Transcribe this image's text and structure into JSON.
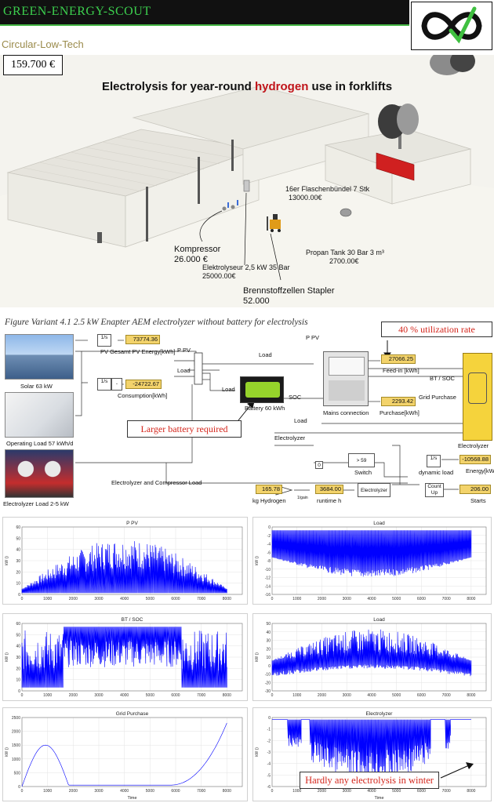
{
  "header": {
    "brand": "GREEN-ENERGY-SCOUT",
    "subtitle": "Circular-Low-Tech",
    "logo_icon": "infinity-check-logo",
    "bar_color": "#111111",
    "brand_color": "#3ccf4e"
  },
  "scene": {
    "price": "159.700 €",
    "title_before": "Electrolysis for year-round ",
    "title_highlight": "hydrogen",
    "title_after": " use in forklifts",
    "labels": {
      "bundle_line1": "16er Flaschenbündel 7 Stk",
      "bundle_line2": "13000.00€",
      "compressor_line1": "Kompressor",
      "compressor_line2": "26.000 €",
      "electrolyzer_line1": "Elektrolyseur 2,5 kW 35 Bar",
      "electrolyzer_line2": "25000.00€",
      "propane_line1": "Propan Tank 30 Bar 3 m³",
      "propane_line2": "2700.00€",
      "forklift_line1": "Brennstoffzellen Stapler",
      "forklift_line2": "52.000"
    }
  },
  "figure": {
    "caption": "Figure   Variant 4.1 2.5 kW Enapter AEM electrolyzer without battery for electrolysis",
    "photos": {
      "solar": "Solar 63 kW",
      "operating": "Operating Load 57 kWh/d",
      "electrolyzer": "Electrolyzer Load 2-5 kW"
    },
    "callouts": {
      "utilization": "40 % utilization rate",
      "battery": "Larger battery required"
    },
    "displays": {
      "pv_total": "73774.36",
      "consumption": "-24722.67",
      "feed_in": "27066.25",
      "grid_purchase": "2293.42",
      "energy": "-10568.88",
      "starts": "206.00",
      "hydrogen": "165.78",
      "runtime": "3684.00"
    },
    "labels": {
      "pv_gesamt": "PV Gesamt PV Energy[kWh]",
      "consumption": "Consumption[kWh]",
      "feed_in": "Feed-in [kWh]",
      "purchase": "Purchase[kWh]",
      "grid_purchase": "Grid Purchase",
      "bt_soc": "BT / SOC",
      "electrolyzer_block": "Electrolyzer",
      "mains": "Mains connection",
      "battery": "Battery 60 kWh",
      "soc": "SOC",
      "p_pv_top": "P PV",
      "p_pv": "P PV",
      "load1": "Load",
      "load2": "Load",
      "load3": "Load",
      "load4": "Load",
      "electrolyzer_wire": "Electrolyzer",
      "electrolyzer_compressor_load": "Electrolyzer and Compressor Load",
      "switch": "Switch",
      "switch_cond": "> 59",
      "dynamic_load": "dynamic load",
      "energy": "Energy[kWh]",
      "starts": "Starts",
      "kg_hydrogen": "kg Hydrogen",
      "runtime": "runtime h",
      "integrator": "1/s",
      "minus": "-",
      "constant": "0",
      "gain": "1/gain",
      "counter": "Count Up",
      "electrolyzer_small": "Electrolyzer"
    }
  },
  "plots": [
    {
      "id": "ppv",
      "title": "P PV",
      "ylabel": "kW ()",
      "xlabel": "",
      "yticks": [
        "0",
        "10",
        "20",
        "30",
        "40",
        "50",
        "60"
      ],
      "xticks": [
        "0",
        "1000",
        "2000",
        "3000",
        "4000",
        "5000",
        "6000",
        "7000",
        "8000"
      ]
    },
    {
      "id": "load1",
      "title": "Load",
      "ylabel": "kW ()",
      "xlabel": "",
      "yticks": [
        "-16",
        "-14",
        "-12",
        "-10",
        "-8",
        "-6",
        "-4",
        "-2",
        "0"
      ],
      "xticks": [
        "0",
        "1000",
        "2000",
        "3000",
        "4000",
        "5000",
        "6000",
        "7000",
        "8000"
      ]
    },
    {
      "id": "btsoc",
      "title": "BT / SOC",
      "ylabel": "kW ()",
      "xlabel": "",
      "yticks": [
        "0",
        "10",
        "20",
        "30",
        "40",
        "50",
        "60"
      ],
      "xticks": [
        "0",
        "1000",
        "2000",
        "3000",
        "4000",
        "5000",
        "6000",
        "7000",
        "8000"
      ]
    },
    {
      "id": "load2",
      "title": "Load",
      "ylabel": "kW ()",
      "xlabel": "",
      "yticks": [
        "-30",
        "-20",
        "-10",
        "0",
        "10",
        "20",
        "30",
        "40",
        "50"
      ],
      "xticks": [
        "0",
        "1000",
        "2000",
        "3000",
        "4000",
        "5000",
        "6000",
        "7000",
        "8000"
      ]
    },
    {
      "id": "grid",
      "title": "Grid Purchase",
      "ylabel": "kW ()",
      "xlabel": "Time",
      "yticks": [
        "0",
        "500",
        "1000",
        "1500",
        "2000",
        "2500"
      ],
      "xticks": [
        "0",
        "1000",
        "2000",
        "3000",
        "4000",
        "5000",
        "6000",
        "7000",
        "8000"
      ]
    },
    {
      "id": "elec",
      "title": "Electrolyzer",
      "ylabel": "kW ()",
      "xlabel": "Time",
      "yticks": [
        "-6",
        "-5",
        "-4",
        "-3",
        "-2",
        "-1",
        "0"
      ],
      "xticks": [
        "0",
        "1000",
        "2000",
        "3000",
        "4000",
        "5000",
        "6000",
        "7000",
        "8000"
      ]
    }
  ],
  "winter_note": "Hardly any electrolysis in winter",
  "colors": {
    "signal": "#0000ff",
    "callout_text": "#d4261c",
    "display_fill": "#f3d36b",
    "electrolyzer_block": "#f5d33c",
    "highlight_title": "#c0141a"
  }
}
